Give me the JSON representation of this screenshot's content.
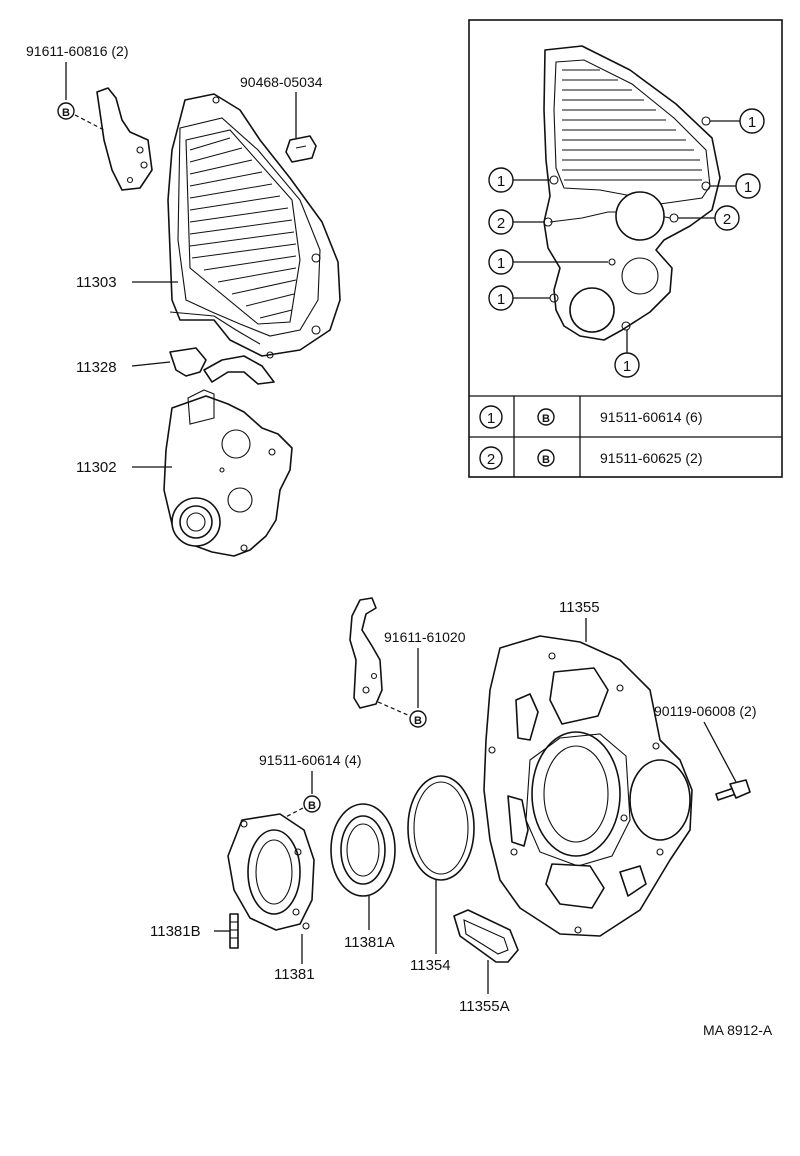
{
  "parts": {
    "p_91611_60816": "91611-60816 (2)",
    "p_90468_05034": "90468-05034",
    "p_11303": "11303",
    "p_11328": "11328",
    "p_11302": "11302",
    "p_11355": "11355",
    "p_91611_61020": "91611-61020",
    "p_90119_06008": "90119-06008 (2)",
    "p_91511_60614_4": "91511-60614 (4)",
    "p_11381B": "11381B",
    "p_11381": "11381",
    "p_11381A": "11381A",
    "p_11354": "11354",
    "p_11355A": "11355A"
  },
  "bolt_symbol": "B",
  "inset": {
    "markers": {
      "one": "1",
      "two": "2"
    },
    "legend": [
      {
        "num": "1",
        "sym": "B",
        "part": "91511-60614 (6)"
      },
      {
        "num": "2",
        "sym": "B",
        "part": "91511-60625 (2)"
      }
    ]
  },
  "figure_code": "MA 8912-A"
}
